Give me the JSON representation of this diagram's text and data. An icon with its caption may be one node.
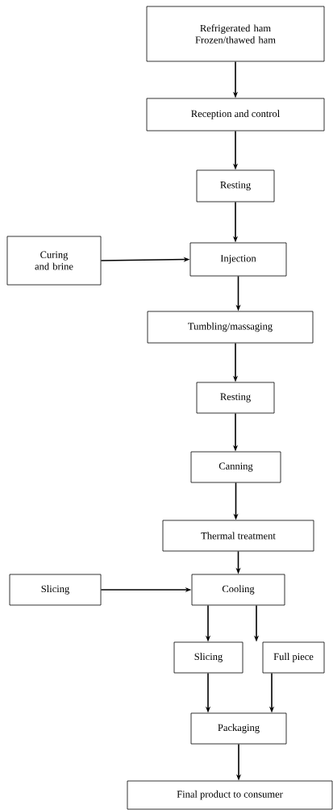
{
  "diagram": {
    "nodes": [
      {
        "text": [
          "Refrigerated ham Frozen/thawed ham"
        ]
      },
      {
        "text": [
          "Reception and control"
        ]
      },
      {
        "text": [
          "Resting"
        ]
      },
      {
        "text": [
          "Curing and brine"
        ]
      },
      {
        "text": [
          "Injection"
        ]
      },
      {
        "text": [
          "Tumbling/massaging"
        ]
      },
      {
        "text": [
          "Resting"
        ]
      },
      {
        "text": [
          "Canning"
        ]
      },
      {
        "text": [
          "Thermal treatment"
        ]
      },
      {
        "text": [
          "Slicing"
        ]
      },
      {
        "text": [
          "Cooling"
        ]
      },
      {
        "text": [
          "Slicing"
        ]
      },
      {
        "text": [
          "Full piece"
        ]
      },
      {
        "text": [
          "Packaging"
        ]
      },
      {
        "text": [
          "Final product to consumer"
        ]
      }
    ],
    "edges": [
      {
        "from": 0,
        "to": 1,
        "arrow": "to"
      },
      {
        "from": 1,
        "to": 2,
        "arrow": "to"
      },
      {
        "from": 2,
        "to": 4,
        "arrow": "to"
      },
      {
        "from": 3,
        "to": 4,
        "arrow": "to"
      },
      {
        "from": 4,
        "to": 5,
        "arrow": "to"
      },
      {
        "from": 5,
        "to": 6,
        "arrow": "to"
      },
      {
        "from": 6,
        "to": 7,
        "arrow": "to"
      },
      {
        "from": 7,
        "to": 8,
        "arrow": "to"
      },
      {
        "from": 8,
        "to": 10,
        "arrow": "to"
      },
      {
        "from": 9,
        "to": 10,
        "arrow": "to"
      },
      {
        "from": 10,
        "to": 11,
        "arrow": "to"
      },
      {
        "from": 10,
        "to": 12,
        "arrow": "to"
      },
      {
        "from": 11,
        "to": 13,
        "arrow": "to"
      },
      {
        "from": 12,
        "to": 13,
        "arrow": "to"
      },
      {
        "from": 13,
        "to": 14,
        "arrow": "to"
      }
    ]
  }
}
